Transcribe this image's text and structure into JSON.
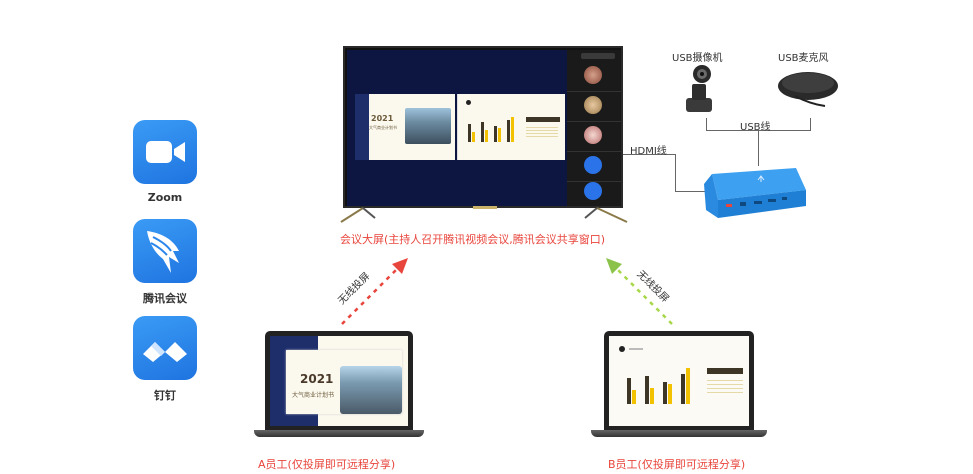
{
  "apps": [
    {
      "name": "Zoom",
      "icon": "zoom-camera-icon"
    },
    {
      "name": "腾讯会议",
      "icon": "wing-bolt-icon"
    },
    {
      "name": "钉钉",
      "icon": "mountain-icon"
    }
  ],
  "tv": {
    "caption": "会议大屏(主持人召开腾讯视频会议,腾讯会议共享窗口)",
    "slide_year": "2021",
    "slide_title": "大气商业计划书"
  },
  "devices": {
    "camera_label": "USB摄像机",
    "mic_label": "USB麦克风",
    "usb_cable_label": "USB线",
    "hdmi_cable_label": "HDMI线"
  },
  "wireless": {
    "left_label": "无线投屏",
    "right_label": "无线投屏",
    "left_color": "#e8453c",
    "right_color": "#8bc34a"
  },
  "laptops": {
    "a": {
      "caption": "A员工(仅投屏即可远程分享)",
      "slide_year": "2021",
      "slide_title": "大气商业计划书"
    },
    "b": {
      "caption": "B员工(仅投屏即可远程分享)"
    }
  },
  "colors": {
    "caption_red": "#e8453c",
    "icon_blue": "#2a86ec",
    "box_blue": "#2e8fe0",
    "chart_yellow": "#f2c200",
    "chart_dark": "#3d3526"
  }
}
